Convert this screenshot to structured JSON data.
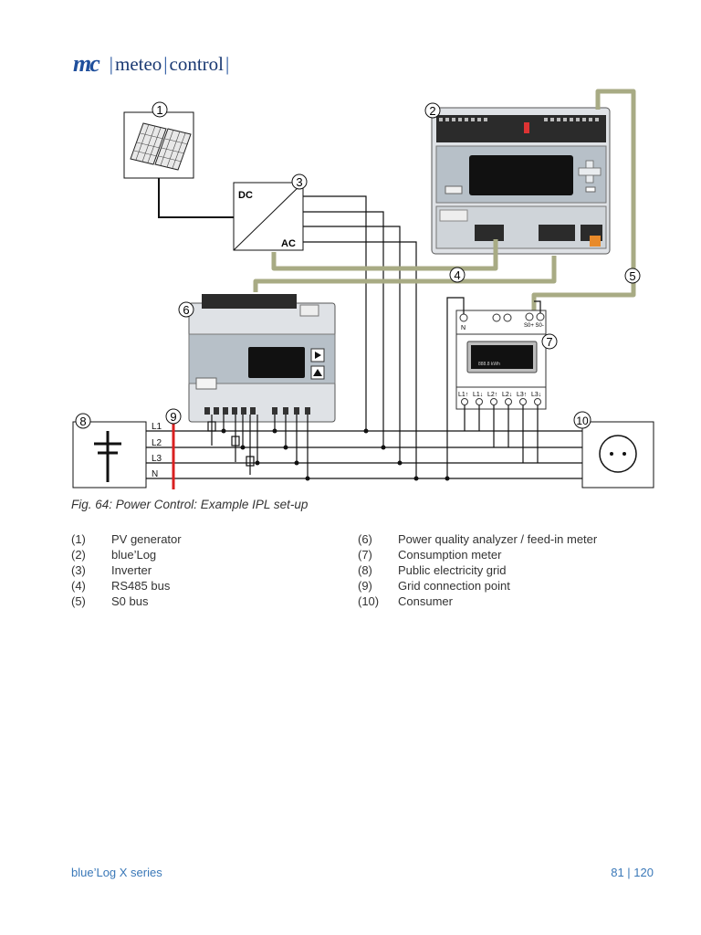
{
  "header": {
    "logo_mark": "mc",
    "logo_word1": "meteo",
    "logo_word2": "control"
  },
  "diagram": {
    "callouts": [
      "1",
      "2",
      "3",
      "4",
      "5",
      "6",
      "7",
      "8",
      "9",
      "10"
    ],
    "inverter_dc": "DC",
    "inverter_ac": "AC",
    "grid_lines": [
      "L1",
      "L2",
      "L3",
      "N"
    ],
    "meter_top": [
      "N",
      "S0+ S0-"
    ],
    "meter_terminals": [
      "L1↑",
      "L1↓",
      "L2↑",
      "L2↓",
      "L3↑",
      "L3↓"
    ],
    "meter_display": "888.8  kWh"
  },
  "caption": "Fig. 64: Power Control: Example IPL set-up",
  "legend_left": [
    {
      "num": "(1)",
      "label": "PV generator"
    },
    {
      "num": "(2)",
      "label": "blue’Log"
    },
    {
      "num": "(3)",
      "label": "Inverter"
    },
    {
      "num": "(4)",
      "label": "RS485 bus"
    },
    {
      "num": "(5)",
      "label": "S0 bus"
    }
  ],
  "legend_right": [
    {
      "num": "(6)",
      "label": "Power quality analyzer / feed-in meter"
    },
    {
      "num": "(7)",
      "label": "Consumption meter"
    },
    {
      "num": "(8)",
      "label": "Public electricity grid"
    },
    {
      "num": "(9)",
      "label": "Grid connection point"
    },
    {
      "num": "(10)",
      "label": "Consumer"
    }
  ],
  "footer": {
    "doc_title": "blue’Log X series",
    "page": "81 | 120"
  },
  "colors": {
    "bus": "#a8ab84",
    "grid_point": "#d92020",
    "device_grey": "#dcdfe3",
    "brand_blue": "#1f4f9c"
  }
}
